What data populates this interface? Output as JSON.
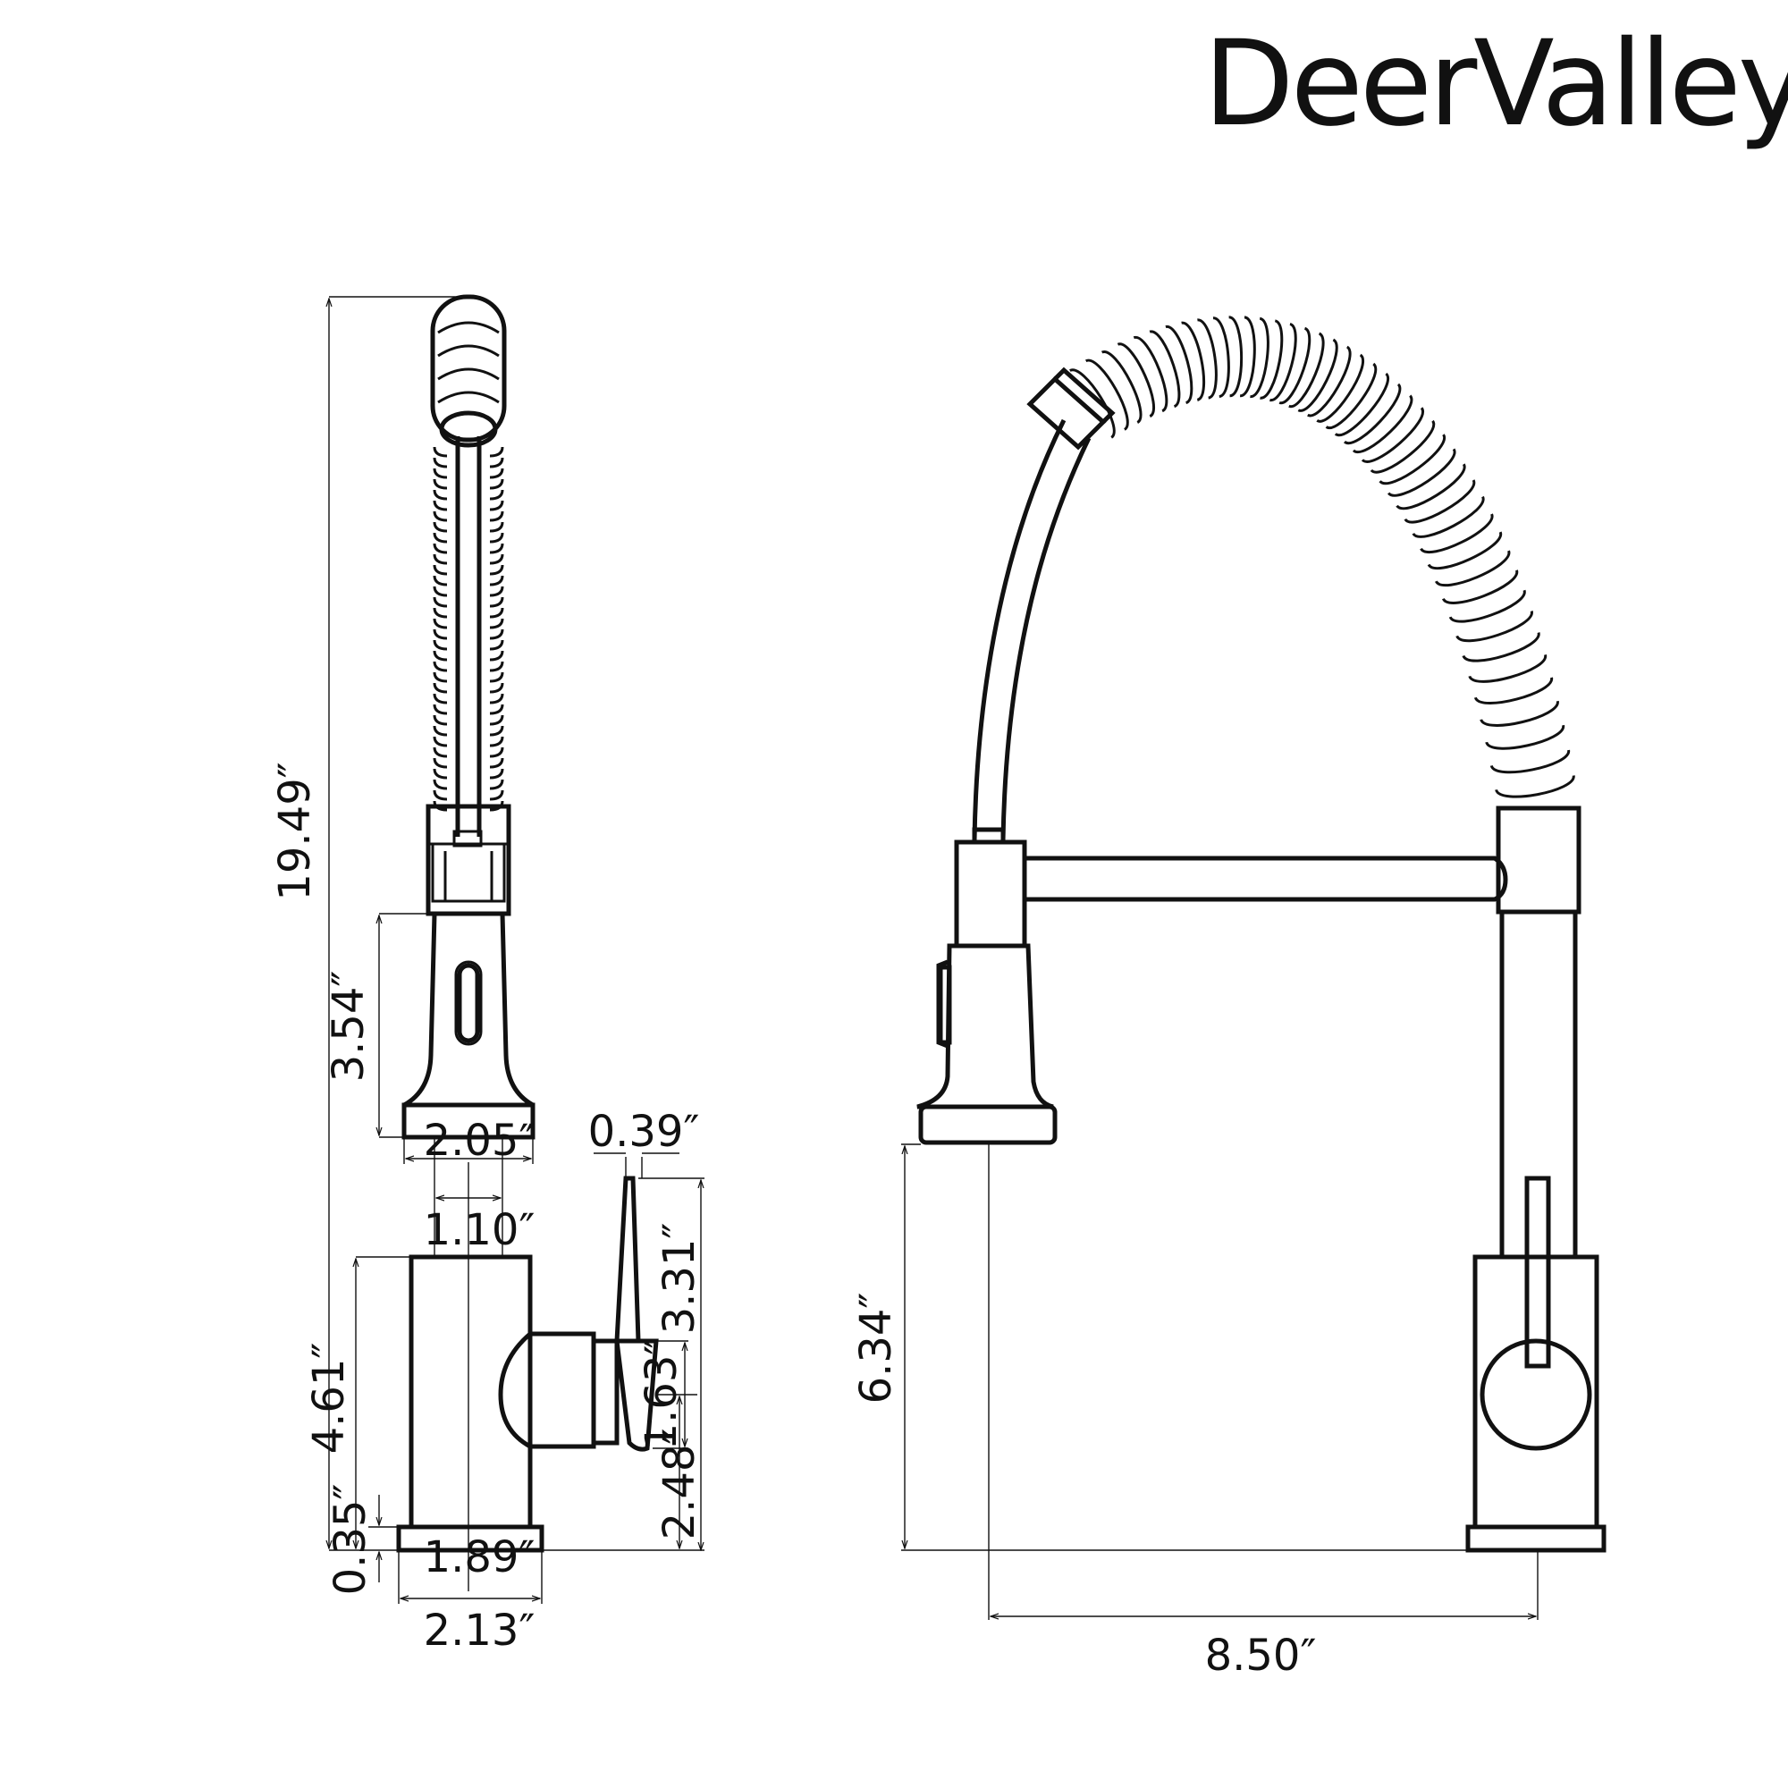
{
  "brand": {
    "name": "DeerValley",
    "mark": "®"
  },
  "side_view": {
    "dims": {
      "overall_height": "19.49″",
      "sprayer_height": "3.54″",
      "sprayer_base_width": "2.05″",
      "lever_width": "0.39″",
      "neck_width": "1.10″",
      "lever_height": "3.31″",
      "body_height": "4.61″",
      "handle_hub_height": "1.63″",
      "handle_axis_height": "2.48″",
      "base_thickness": "0.35″",
      "body_width": "1.89″",
      "base_width": "2.13″"
    }
  },
  "front_view": {
    "dims": {
      "spout_clearance": "6.34″",
      "spout_reach": "8.50″"
    }
  }
}
